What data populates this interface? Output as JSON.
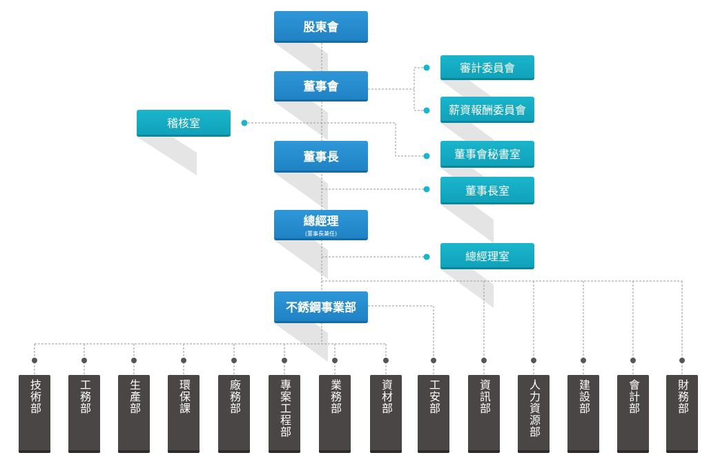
{
  "nodes": {
    "shareholders": "股東會",
    "board": "董事會",
    "audit_committee": "審計委員會",
    "remuneration_committee": "薪資報酬委員會",
    "internal_audit": "稽核室",
    "chairman": "董事長",
    "board_secretary": "董事會秘書室",
    "chairman_office": "董事長室",
    "general_manager": "總經理",
    "general_manager_note": "(董事長兼任)",
    "gm_office": "總經理室",
    "stainless_division": "不銹鋼事業部"
  },
  "departments": [
    "技術部",
    "工務部",
    "生產部",
    "環保課",
    "廠務部",
    "專案工程部",
    "業務部",
    "資材部",
    "工安部",
    "資訊部",
    "人力資源部",
    "建設部",
    "會計部",
    "財務部"
  ],
  "colors": {
    "primary_blue": "#1f86c8",
    "teal": "#14a9c0",
    "dept_gray": "#4a4646",
    "dot": "#555555",
    "connector": "#999999"
  }
}
